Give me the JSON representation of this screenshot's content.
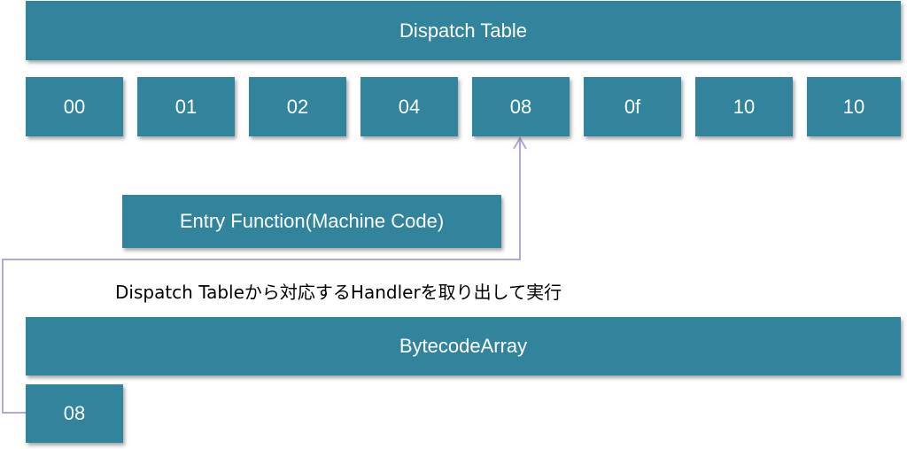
{
  "colors": {
    "box_fill": "#31849b",
    "box_text": "#ffffff",
    "connector": "#b4a7d6"
  },
  "dispatch_table": {
    "title": "Dispatch Table",
    "cells": [
      "00",
      "01",
      "02",
      "04",
      "08",
      "0f",
      "10",
      "10"
    ]
  },
  "entry_function": {
    "label": "Entry Function(Machine Code)"
  },
  "caption": "Dispatch Tableから対応するHandlerを取り出して実行",
  "bytecode_array": {
    "title": "BytecodeArray",
    "cells": [
      "08"
    ]
  }
}
